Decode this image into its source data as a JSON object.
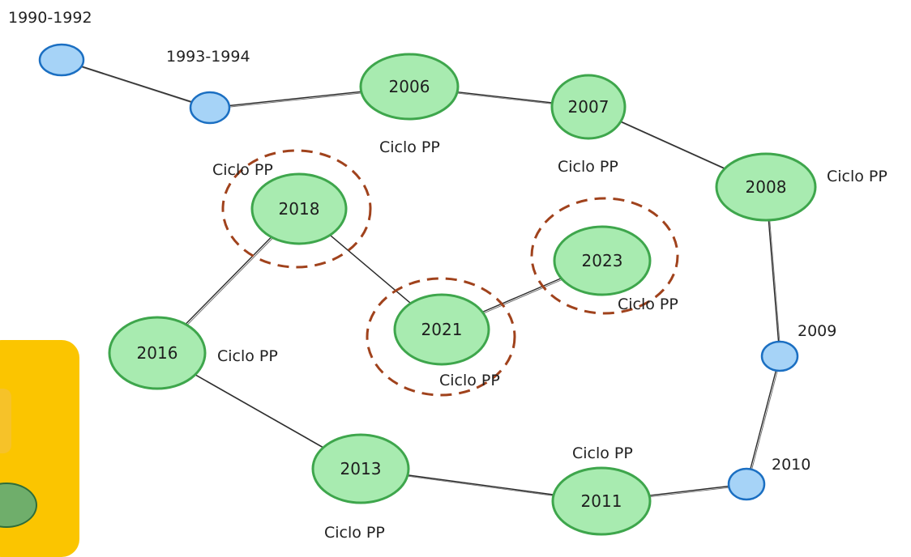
{
  "colors": {
    "year_node_fill": "#a8ebb0",
    "year_node_stroke": "#3ea64c",
    "small_node_fill": "#a6d3f7",
    "small_node_stroke": "#1b6fc2",
    "edge": "#2b2b2b",
    "highlight_ring": "#a0421c",
    "panel": "#fbc500"
  },
  "nodes": [
    {
      "id": "n1990",
      "kind": "small",
      "label": "1990-1992"
    },
    {
      "id": "n1993",
      "kind": "small",
      "label": "1993-1994"
    },
    {
      "id": "n2006",
      "kind": "year",
      "label": "2006",
      "caption": "Ciclo PP"
    },
    {
      "id": "n2007",
      "kind": "year",
      "label": "2007",
      "caption": "Ciclo PP"
    },
    {
      "id": "n2008",
      "kind": "year",
      "label": "2008",
      "caption": "Ciclo PP"
    },
    {
      "id": "n2009",
      "kind": "small",
      "label": "2009"
    },
    {
      "id": "n2010",
      "kind": "small",
      "label": "2010"
    },
    {
      "id": "n2011",
      "kind": "year",
      "label": "2011",
      "caption": "Ciclo PP"
    },
    {
      "id": "n2013",
      "kind": "year",
      "label": "2013",
      "caption": "Ciclo PP"
    },
    {
      "id": "n2016",
      "kind": "year",
      "label": "2016",
      "caption": "Ciclo PP"
    },
    {
      "id": "n2018",
      "kind": "year",
      "label": "2018",
      "caption": "Ciclo PP",
      "highlighted": true
    },
    {
      "id": "n2021",
      "kind": "year",
      "label": "2021",
      "caption": "Ciclo PP",
      "highlighted": true
    },
    {
      "id": "n2023",
      "kind": "year",
      "label": "2023",
      "caption": "Ciclo PP",
      "highlighted": true
    }
  ],
  "edges": [
    [
      "n1990",
      "n1993"
    ],
    [
      "n1993",
      "n2006"
    ],
    [
      "n2006",
      "n2007"
    ],
    [
      "n2007",
      "n2008"
    ],
    [
      "n2008",
      "n2009"
    ],
    [
      "n2009",
      "n2010"
    ],
    [
      "n2010",
      "n2011"
    ],
    [
      "n2011",
      "n2013"
    ],
    [
      "n2013",
      "n2016"
    ],
    [
      "n2016",
      "n2018"
    ],
    [
      "n2018",
      "n2021"
    ],
    [
      "n2021",
      "n2023"
    ]
  ]
}
